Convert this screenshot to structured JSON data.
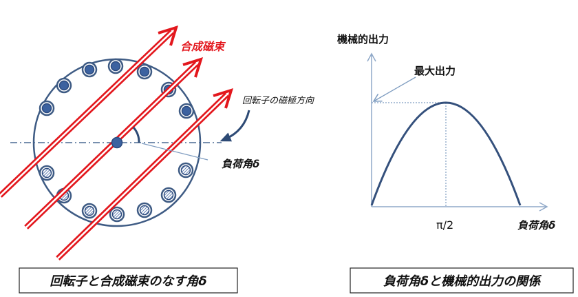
{
  "left_diagram": {
    "flux_label": "合成磁束",
    "rotor_pole_direction_label": "回転子の磁極方向",
    "load_angle_label": "負荷角δ",
    "caption": "回転子と合成磁束のなす角δ"
  },
  "right_graph": {
    "y_axis_label": "機械的出力",
    "max_output_label": "最大出力",
    "peak_tick_label": "π/2",
    "x_axis_label": "負荷角δ",
    "caption": "負荷角δと機械的出力の関係"
  },
  "colors": {
    "flux_arrow": "#e3171d",
    "rotor_outline": "#3e5b84",
    "slot_filled": "#3c62a0",
    "curve": "#34507c",
    "axis": "#8fa8c8"
  }
}
